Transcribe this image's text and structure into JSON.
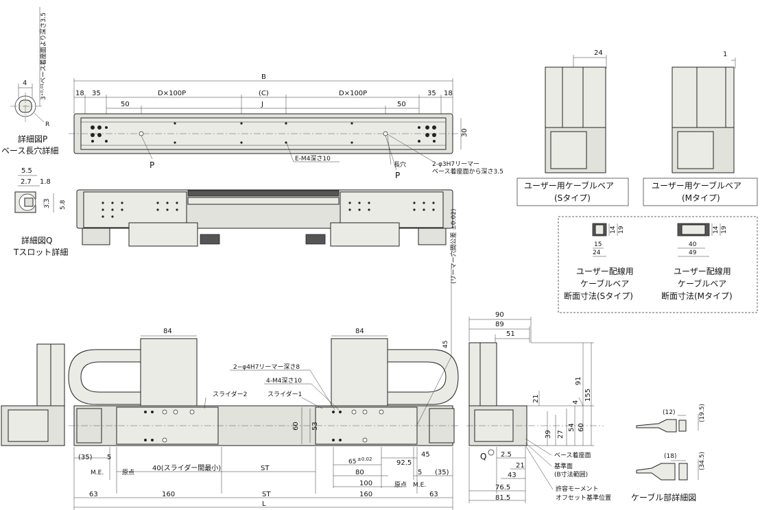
{
  "top_view": {
    "dims": {
      "d18_left": "18",
      "d35_left": "35",
      "d_dx100p_left": "D×100P",
      "d_b": "B",
      "d_c": "(C)",
      "d_dx100p_right": "D×100P",
      "d35_right": "35",
      "d18_right": "18",
      "d50_left": "50",
      "d_j": "J",
      "d50_right": "50",
      "d30": "30"
    },
    "callouts": {
      "p_left": "P",
      "p_right": "P",
      "e_m4": "E-M4深さ10",
      "long_hole": "長穴",
      "reamer_line1": "2-φ3H7リーマー",
      "reamer_line2": "ベース着座面から深さ3.5"
    }
  },
  "detail_p": {
    "dim4": "4",
    "vertical_note": "3⁺⁰·⁰¹ベース着座面より深さ3.5",
    "r_mark": "R",
    "title_line1": "詳細図P",
    "title_line2": "ベース長穴詳細"
  },
  "detail_q": {
    "d55": "5.5",
    "d27": "2.7",
    "d18": "1.8",
    "d33": "3.3",
    "d58": "5.8",
    "title_line1": "詳細図Q",
    "title_line2": "Tスロット詳細"
  },
  "cable_s": {
    "dim": "24",
    "label_line1": "ユーザー用ケーブルベア",
    "label_line2": "(Sタイプ)"
  },
  "cable_m": {
    "dim": "1",
    "label_line1": "ユーザー用ケーブルベア",
    "label_line2": "(Mタイプ)"
  },
  "cross_s": {
    "d14": "14",
    "d19": "19",
    "d15": "15",
    "d24": "24"
  },
  "cross_m": {
    "d14": "14",
    "d19": "19",
    "d40": "40",
    "d49": "49"
  },
  "cross_labels": {
    "s_line1": "ユーザー配線用",
    "s_line2": "ケーブルベア",
    "s_line3": "断面寸法(Sタイプ)",
    "m_line1": "ユーザー配線用",
    "m_line2": "ケーブルベア",
    "m_line3": "断面寸法(Mタイプ)"
  },
  "front_view": {
    "d84_left": "84",
    "d84_right": "84",
    "reamer_note": "2−φ4H7リーマー深さ8",
    "m4_note": "4-M4深さ10",
    "slider2": "スライダー2",
    "slider1": "スライダー1",
    "d60": "60",
    "d53": "53",
    "d45_note": "45",
    "d45_sub": "(リーマー穴間公差 ±0.02)",
    "d35_left": "(35)",
    "d5_left": "5",
    "me_left": "M.E.",
    "origin_left": "原点",
    "d40_note": "40(スライダー間最小)",
    "st_upper": "ST",
    "d65": "65",
    "d65_tol": "±0.02",
    "d80": "80",
    "d100": "100",
    "d925": "92.5",
    "d45b": "45",
    "d5_right": "5",
    "me_right": "M.E.",
    "d35_right": "(35)",
    "origin_right": "原点",
    "d63_left": "63",
    "d160_left": "160",
    "st_lower": "ST",
    "d160_right": "160",
    "d63_right": "63",
    "l": "L"
  },
  "side_view": {
    "d90": "90",
    "d89": "89",
    "d51": "51",
    "d91": "91",
    "d155": "155",
    "d4": "4",
    "d21": "21",
    "d39": "39",
    "d27": "27",
    "d54": "54",
    "d60": "60",
    "q": "Q",
    "d25": "2.5",
    "d21b": "21",
    "d43": "43",
    "d765": "76.5",
    "d815": "81.5",
    "base_seat": "ベース着座面",
    "ref_plane_line1": "基準面",
    "ref_plane_line2": "(B寸法範囲)",
    "moment_line1": "許容モーメント",
    "moment_line2": "オフセット基準位置"
  },
  "cable_detail": {
    "d12": "(12)",
    "d195": "(19.5)",
    "d18": "(18)",
    "d345": "(34.5)",
    "title": "ケーブル部詳細図"
  }
}
